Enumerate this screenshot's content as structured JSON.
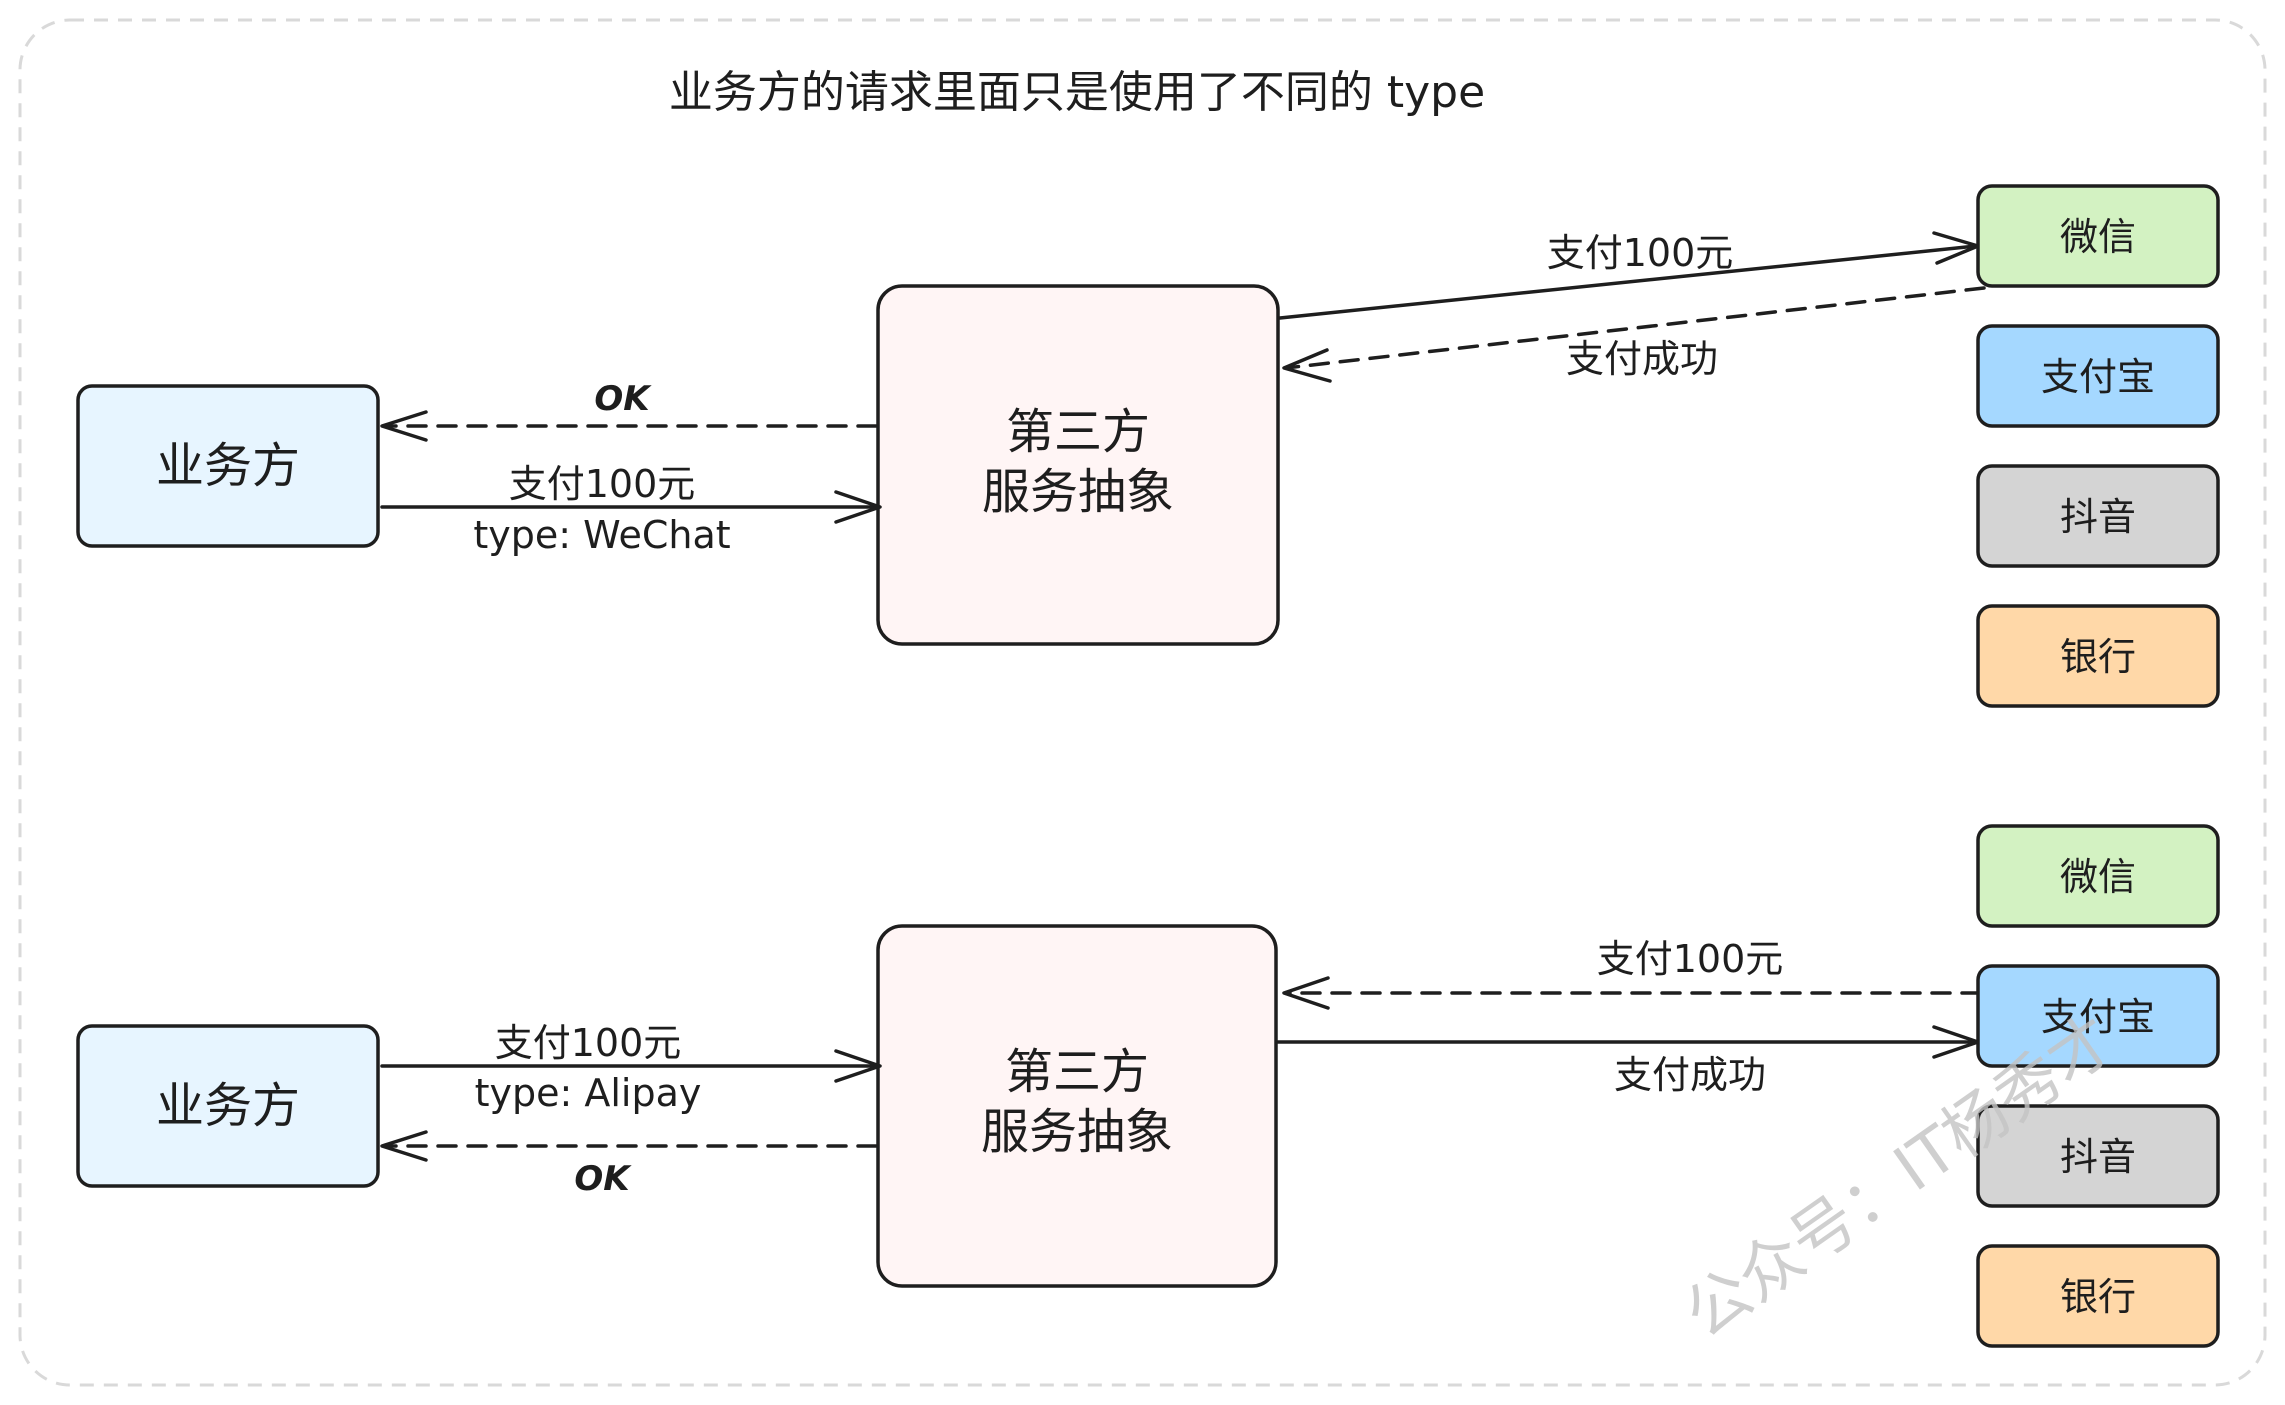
{
  "title": "业务方的请求里面只是使用了不同的 type",
  "watermark": "公众号：IT杨秀才",
  "colors": {
    "frame": "#d9d9d9",
    "business": "#e7f5ff",
    "service": "#fff5f5",
    "wechat": "#d3f2c2",
    "alipay": "#a5d8ff",
    "douyin": "#d4d4d4",
    "bank": "#ffd8a8"
  },
  "top": {
    "business": "业务方",
    "service_line1": "第三方",
    "service_line2": "服务抽象",
    "request_line1": "支付100元",
    "request_line2": "type: WeChat",
    "response": "OK",
    "forward": "支付100元",
    "callback": "支付成功",
    "providers": [
      "微信",
      "支付宝",
      "抖音",
      "银行"
    ]
  },
  "bottom": {
    "business": "业务方",
    "service_line1": "第三方",
    "service_line2": "服务抽象",
    "request_line1": "支付100元",
    "request_line2": "type: Alipay",
    "response": "OK",
    "label_upper": "支付100元",
    "label_lower": "支付成功",
    "providers": [
      "微信",
      "支付宝",
      "抖音",
      "银行"
    ]
  }
}
